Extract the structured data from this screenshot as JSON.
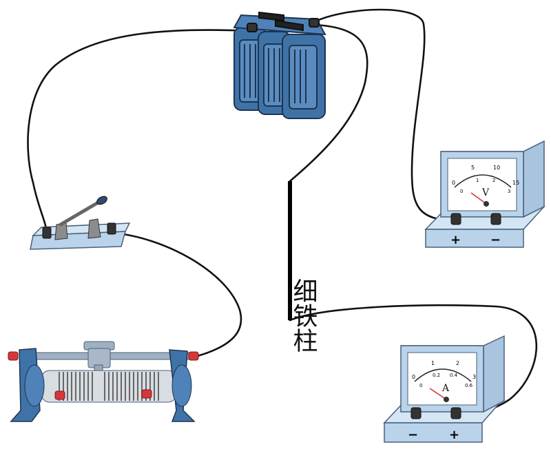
{
  "wire_label": "细铁柱",
  "voltmeter": {
    "symbol": "V",
    "upper_scale": [
      "0",
      "5",
      "10",
      "15"
    ],
    "lower_scale": [
      "0",
      "1",
      "2",
      "3"
    ],
    "terminals": [
      "+",
      "−"
    ]
  },
  "ammeter": {
    "symbol": "A",
    "upper_scale": [
      "0",
      "1",
      "2",
      "3"
    ],
    "lower_scale": [
      "0",
      "0.2",
      "0.4",
      "0.6"
    ],
    "terminals": [
      "−",
      "+"
    ]
  },
  "colors": {
    "device_face": "#b9d3ea",
    "device_edge": "#4a5f7a",
    "battery": "#3f73a8",
    "terminal": "#333333",
    "red_knob": "#d6363a",
    "wire": "#111111",
    "needle": "#d23a3a"
  }
}
